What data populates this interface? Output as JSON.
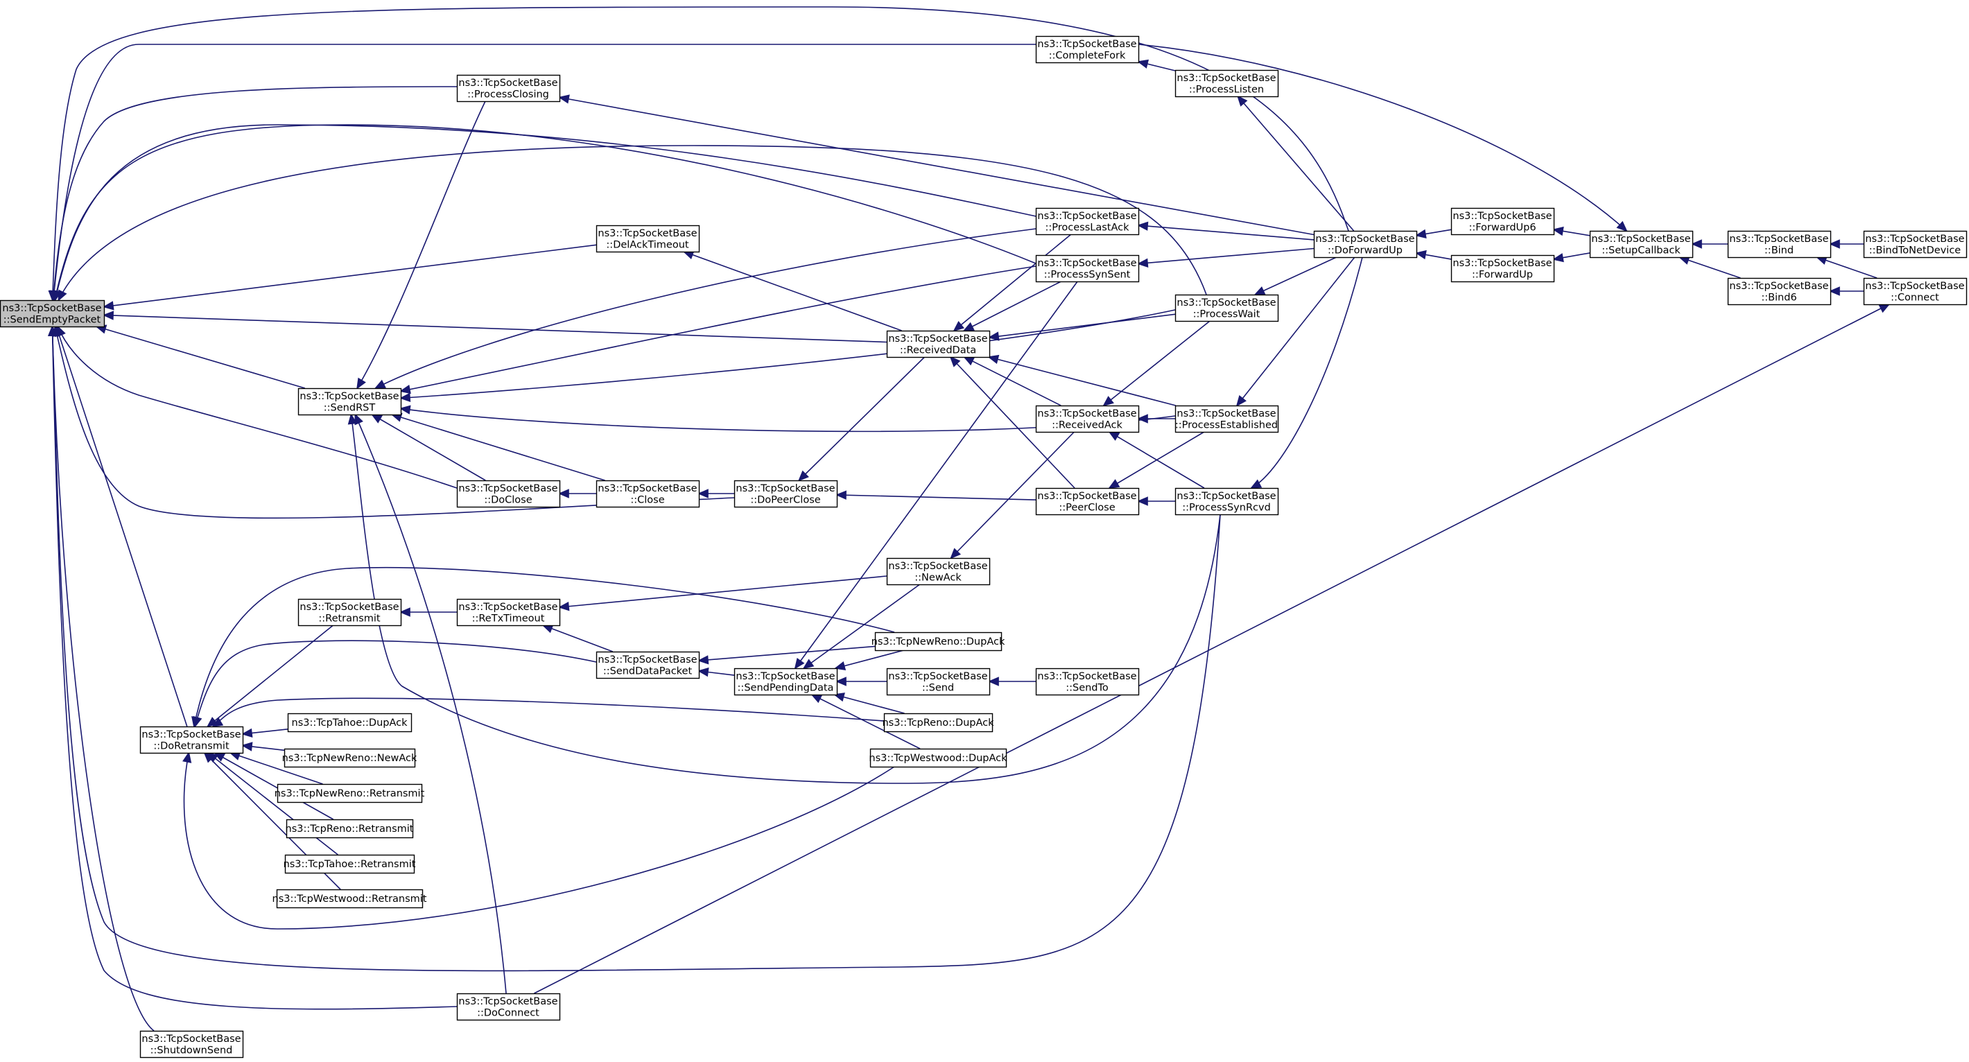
{
  "colors": {
    "edge": "#191970",
    "node_fill": "#ffffff",
    "root_fill": "#bfbfbf",
    "border": "#000000"
  },
  "nodes": [
    {
      "id": "sendemptypacket",
      "lines": [
        "ns3::TcpSocketBase",
        "::SendEmptyPacket"
      ],
      "root": true
    },
    {
      "id": "shutdownsend",
      "lines": [
        "ns3::TcpSocketBase",
        "::ShutdownSend"
      ]
    },
    {
      "id": "doretransmit",
      "lines": [
        "ns3::TcpSocketBase",
        "::DoRetransmit"
      ]
    },
    {
      "id": "sendrst",
      "lines": [
        "ns3::TcpSocketBase",
        "::SendRST"
      ]
    },
    {
      "id": "processclosing",
      "lines": [
        "ns3::TcpSocketBase",
        "::ProcessClosing"
      ]
    },
    {
      "id": "doclose",
      "lines": [
        "ns3::TcpSocketBase",
        "::DoClose"
      ]
    },
    {
      "id": "retransmit",
      "lines": [
        "ns3::TcpSocketBase",
        "::Retransmit"
      ]
    },
    {
      "id": "doconnect",
      "lines": [
        "ns3::TcpSocketBase",
        "::DoConnect"
      ]
    },
    {
      "id": "tahoedupack",
      "lines": [
        "ns3::TcpTahoe::DupAck"
      ]
    },
    {
      "id": "newrenonewack",
      "lines": [
        "ns3::TcpNewReno::NewAck"
      ]
    },
    {
      "id": "newrenoretransmit",
      "lines": [
        "ns3::TcpNewReno::Retransmit"
      ]
    },
    {
      "id": "renoretransmit",
      "lines": [
        "ns3::TcpReno::Retransmit"
      ]
    },
    {
      "id": "tahoeretransmit",
      "lines": [
        "ns3::TcpTahoe::Retransmit"
      ]
    },
    {
      "id": "westwoodretransmit",
      "lines": [
        "ns3::TcpWestwood::Retransmit"
      ]
    },
    {
      "id": "retxtimeout",
      "lines": [
        "ns3::TcpSocketBase",
        "::ReTxTimeout"
      ]
    },
    {
      "id": "delacktimeout",
      "lines": [
        "ns3::TcpSocketBase",
        "::DelAckTimeout"
      ]
    },
    {
      "id": "close",
      "lines": [
        "ns3::TcpSocketBase",
        "::Close"
      ]
    },
    {
      "id": "senddatapacket",
      "lines": [
        "ns3::TcpSocketBase",
        "::SendDataPacket"
      ]
    },
    {
      "id": "dopeerclose",
      "lines": [
        "ns3::TcpSocketBase",
        "::DoPeerClose"
      ]
    },
    {
      "id": "sendpendingdata",
      "lines": [
        "ns3::TcpSocketBase",
        "::SendPendingData"
      ]
    },
    {
      "id": "receiveddata",
      "lines": [
        "ns3::TcpSocketBase",
        "::ReceivedData"
      ]
    },
    {
      "id": "newack",
      "lines": [
        "ns3::TcpSocketBase",
        "::NewAck"
      ]
    },
    {
      "id": "newrenodupack",
      "lines": [
        "ns3::TcpNewReno::DupAck"
      ]
    },
    {
      "id": "send",
      "lines": [
        "ns3::TcpSocketBase",
        "::Send"
      ]
    },
    {
      "id": "renodupack",
      "lines": [
        "ns3::TcpReno::DupAck"
      ]
    },
    {
      "id": "westwooddupack",
      "lines": [
        "ns3::TcpWestwood::DupAck"
      ]
    },
    {
      "id": "completefork",
      "lines": [
        "ns3::TcpSocketBase",
        "::CompleteFork"
      ]
    },
    {
      "id": "processlastack",
      "lines": [
        "ns3::TcpSocketBase",
        "::ProcessLastAck"
      ]
    },
    {
      "id": "processsynsent",
      "lines": [
        "ns3::TcpSocketBase",
        "::ProcessSynSent"
      ]
    },
    {
      "id": "receivedack",
      "lines": [
        "ns3::TcpSocketBase",
        "::ReceivedAck"
      ]
    },
    {
      "id": "peerclose",
      "lines": [
        "ns3::TcpSocketBase",
        "::PeerClose"
      ]
    },
    {
      "id": "sendto",
      "lines": [
        "ns3::TcpSocketBase",
        "::SendTo"
      ]
    },
    {
      "id": "processlisten",
      "lines": [
        "ns3::TcpSocketBase",
        "::ProcessListen"
      ]
    },
    {
      "id": "processwait",
      "lines": [
        "ns3::TcpSocketBase",
        "::ProcessWait"
      ]
    },
    {
      "id": "processestablished",
      "lines": [
        "ns3::TcpSocketBase",
        "::ProcessEstablished"
      ]
    },
    {
      "id": "processsynrcvd",
      "lines": [
        "ns3::TcpSocketBase",
        "::ProcessSynRcvd"
      ]
    },
    {
      "id": "doforwardup",
      "lines": [
        "ns3::TcpSocketBase",
        "::DoForwardUp"
      ]
    },
    {
      "id": "forwardup6",
      "lines": [
        "ns3::TcpSocketBase",
        "::ForwardUp6"
      ]
    },
    {
      "id": "forwardup",
      "lines": [
        "ns3::TcpSocketBase",
        "::ForwardUp"
      ]
    },
    {
      "id": "setupcallback",
      "lines": [
        "ns3::TcpSocketBase",
        "::SetupCallback"
      ]
    },
    {
      "id": "bind",
      "lines": [
        "ns3::TcpSocketBase",
        "::Bind"
      ]
    },
    {
      "id": "bind6",
      "lines": [
        "ns3::TcpSocketBase",
        "::Bind6"
      ]
    },
    {
      "id": "bindtonetdevice",
      "lines": [
        "ns3::TcpSocketBase",
        "::BindToNetDevice"
      ]
    },
    {
      "id": "connect",
      "lines": [
        "ns3::TcpSocketBase",
        "::Connect"
      ]
    }
  ],
  "edges": [
    {
      "to": "sendemptypacket",
      "from": "shutdownsend"
    },
    {
      "to": "sendemptypacket",
      "from": "doretransmit"
    },
    {
      "to": "sendemptypacket",
      "from": "sendrst"
    },
    {
      "to": "sendemptypacket",
      "from": "processclosing"
    },
    {
      "to": "sendemptypacket",
      "from": "doclose"
    },
    {
      "to": "sendemptypacket",
      "from": "doconnect"
    },
    {
      "to": "sendemptypacket",
      "from": "delacktimeout"
    },
    {
      "to": "sendemptypacket",
      "from": "dopeerclose"
    },
    {
      "to": "sendemptypacket",
      "from": "receiveddata"
    },
    {
      "to": "sendemptypacket",
      "from": "completefork"
    },
    {
      "to": "sendemptypacket",
      "from": "processlastack"
    },
    {
      "to": "sendemptypacket",
      "from": "processsynsent"
    },
    {
      "to": "sendemptypacket",
      "from": "processwait"
    },
    {
      "to": "sendemptypacket",
      "from": "processsynrcvd"
    },
    {
      "to": "sendemptypacket",
      "from": "doforwardup"
    },
    {
      "to": "doretransmit",
      "from": "retransmit"
    },
    {
      "to": "doretransmit",
      "from": "senddatapacket"
    },
    {
      "to": "doretransmit",
      "from": "tahoedupack"
    },
    {
      "to": "doretransmit",
      "from": "newrenonewack"
    },
    {
      "to": "doretransmit",
      "from": "newrenoretransmit"
    },
    {
      "to": "doretransmit",
      "from": "renoretransmit"
    },
    {
      "to": "doretransmit",
      "from": "tahoeretransmit"
    },
    {
      "to": "doretransmit",
      "from": "westwoodretransmit"
    },
    {
      "to": "doretransmit",
      "from": "newrenodupack"
    },
    {
      "to": "doretransmit",
      "from": "renodupack"
    },
    {
      "to": "doretransmit",
      "from": "westwooddupack"
    },
    {
      "to": "sendrst",
      "from": "processclosing"
    },
    {
      "to": "sendrst",
      "from": "doclose"
    },
    {
      "to": "sendrst",
      "from": "close"
    },
    {
      "to": "sendrst",
      "from": "doconnect"
    },
    {
      "to": "sendrst",
      "from": "processlastack"
    },
    {
      "to": "sendrst",
      "from": "processsynsent"
    },
    {
      "to": "sendrst",
      "from": "processwait"
    },
    {
      "to": "sendrst",
      "from": "processestablished"
    },
    {
      "to": "sendrst",
      "from": "processsynrcvd"
    },
    {
      "to": "processclosing",
      "from": "doforwardup"
    },
    {
      "to": "doclose",
      "from": "close"
    },
    {
      "to": "close",
      "from": "dopeerclose"
    },
    {
      "to": "dopeerclose",
      "from": "peerclose"
    },
    {
      "to": "dopeerclose",
      "from": "receiveddata"
    },
    {
      "to": "retransmit",
      "from": "retxtimeout"
    },
    {
      "to": "retxtimeout",
      "from": "newack"
    },
    {
      "to": "retxtimeout",
      "from": "senddatapacket"
    },
    {
      "to": "senddatapacket",
      "from": "sendpendingdata"
    },
    {
      "to": "senddatapacket",
      "from": "newrenodupack"
    },
    {
      "to": "sendpendingdata",
      "from": "newack"
    },
    {
      "to": "sendpendingdata",
      "from": "newrenodupack"
    },
    {
      "to": "sendpendingdata",
      "from": "send"
    },
    {
      "to": "sendpendingdata",
      "from": "renodupack"
    },
    {
      "to": "sendpendingdata",
      "from": "westwooddupack"
    },
    {
      "to": "sendpendingdata",
      "from": "processsynsent"
    },
    {
      "to": "send",
      "from": "sendto"
    },
    {
      "to": "newack",
      "from": "receivedack"
    },
    {
      "to": "delacktimeout",
      "from": "receiveddata"
    },
    {
      "to": "receiveddata",
      "from": "processlastack"
    },
    {
      "to": "receiveddata",
      "from": "processsynsent"
    },
    {
      "to": "receiveddata",
      "from": "processwait"
    },
    {
      "to": "receiveddata",
      "from": "receivedack"
    },
    {
      "to": "receiveddata",
      "from": "processestablished"
    },
    {
      "to": "receiveddata",
      "from": "peerclose"
    },
    {
      "to": "receivedack",
      "from": "processwait"
    },
    {
      "to": "receivedack",
      "from": "processestablished"
    },
    {
      "to": "receivedack",
      "from": "processsynrcvd"
    },
    {
      "to": "peerclose",
      "from": "processestablished"
    },
    {
      "to": "peerclose",
      "from": "processsynrcvd"
    },
    {
      "to": "completefork",
      "from": "processlisten"
    },
    {
      "to": "processlastack",
      "from": "doforwardup"
    },
    {
      "to": "processsynsent",
      "from": "doforwardup"
    },
    {
      "to": "processlisten",
      "from": "doforwardup"
    },
    {
      "to": "processwait",
      "from": "doforwardup"
    },
    {
      "to": "processestablished",
      "from": "doforwardup"
    },
    {
      "to": "processsynrcvd",
      "from": "doforwardup"
    },
    {
      "to": "doforwardup",
      "from": "forwardup6"
    },
    {
      "to": "doforwardup",
      "from": "forwardup"
    },
    {
      "to": "forwardup6",
      "from": "setupcallback"
    },
    {
      "to": "forwardup",
      "from": "setupcallback"
    },
    {
      "to": "setupcallback",
      "from": "bind"
    },
    {
      "to": "setupcallback",
      "from": "bind6"
    },
    {
      "to": "setupcallback",
      "from": "completefork"
    },
    {
      "to": "bind",
      "from": "bindtonetdevice"
    },
    {
      "to": "bind",
      "from": "connect"
    },
    {
      "to": "bind6",
      "from": "connect"
    },
    {
      "to": "connect",
      "from": "doconnect"
    }
  ]
}
